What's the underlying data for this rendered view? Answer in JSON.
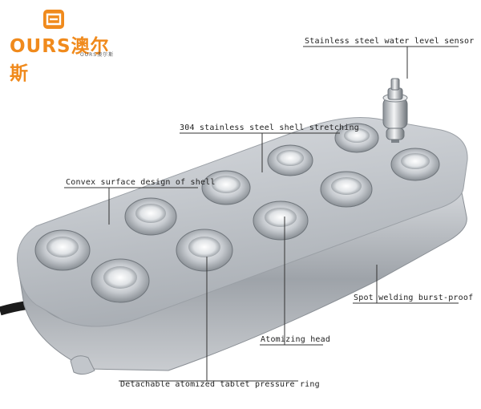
{
  "logo": {
    "text": "OURS澳尔斯",
    "sub": "OURS澳尔斯",
    "brand_color": "#f08a1c",
    "icon": "drop-bag-icon"
  },
  "labels": {
    "sensor": "Stainless steel water level sensor",
    "shell": "304 stainless steel shell stretching",
    "convex": "Convex surface design of shell",
    "spot": "Spot welding burst-proof",
    "atomizing": "Atomizing head",
    "ring": "Detachable atomized tablet pressure ring"
  },
  "colors": {
    "steel_light": "#e9ebee",
    "steel_mid": "#b9bec4",
    "steel_dark": "#7d8389",
    "cable": "#1b1b1b"
  }
}
